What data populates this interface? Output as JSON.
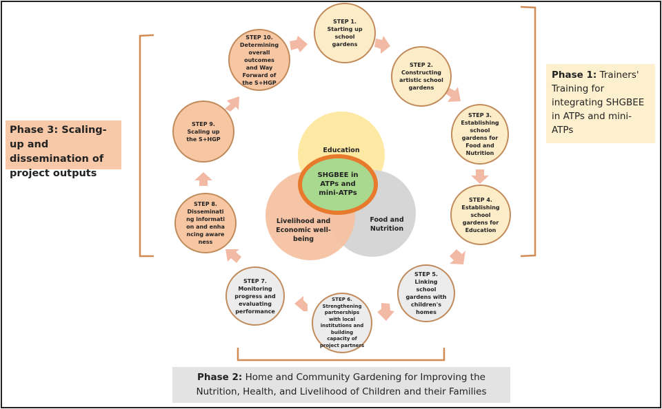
{
  "colors": {
    "bracket": "#d08b55",
    "arrow": "#f2b9a5",
    "phase1_bg": "#fdf0cf",
    "phase2_bg": "#e3e3e3",
    "phase3_bg": "#f8c9a8",
    "education": "#fde59a",
    "food": "#d3d3d3",
    "livelihood": "#f6c2a2",
    "center_fill": "#a9d98e",
    "center_ring": "#e87a2d"
  },
  "steps": [
    {
      "number": "STEP 1.",
      "text": "Starting up school gardens"
    },
    {
      "number": "STEP 2.",
      "text": "Constructing artistic school gardens"
    },
    {
      "number": "STEP 3.",
      "text": "Establishing school gardens for Food and Nutrition"
    },
    {
      "number": "STEP 4.",
      "text": "Establishing school gardens for Education"
    },
    {
      "number": "STEP 5.",
      "text": "Linking school gardens with children's homes"
    },
    {
      "number": "STEP 6.",
      "text": "Strengthening partnerships with local institutions and building capacity of project partners"
    },
    {
      "number": "STEP 7.",
      "text": "Monitoring progress and evaluating performance"
    },
    {
      "number": "STEP 8.",
      "text": "Disseminating information and enhancing awareness"
    },
    {
      "number": "STEP 9.",
      "text": "Scaling up the S+HGP"
    },
    {
      "number": "STEP 10.",
      "text": "Determining overall outcomes and Way Forward of the S+HGP"
    }
  ],
  "phases": {
    "phase1": {
      "label": "Phase 1:",
      "text": "Trainers' Training for integrating SHGBEE in ATPs and mini-ATPs"
    },
    "phase2": {
      "label": "Phase 2:",
      "text": "Home and Community Gardening for Improving the Nutrition, Health, and Livelihood of Children and their Families"
    },
    "phase3": {
      "label": "Phase 3:",
      "text": "Scaling-up and dissemination of project outputs"
    }
  },
  "venn": {
    "education": "Education",
    "food": "Food and Nutrition",
    "livelihood": "Livelihood and Economic well-being",
    "center": "SHGBEE in ATPs and mini-ATPs"
  }
}
